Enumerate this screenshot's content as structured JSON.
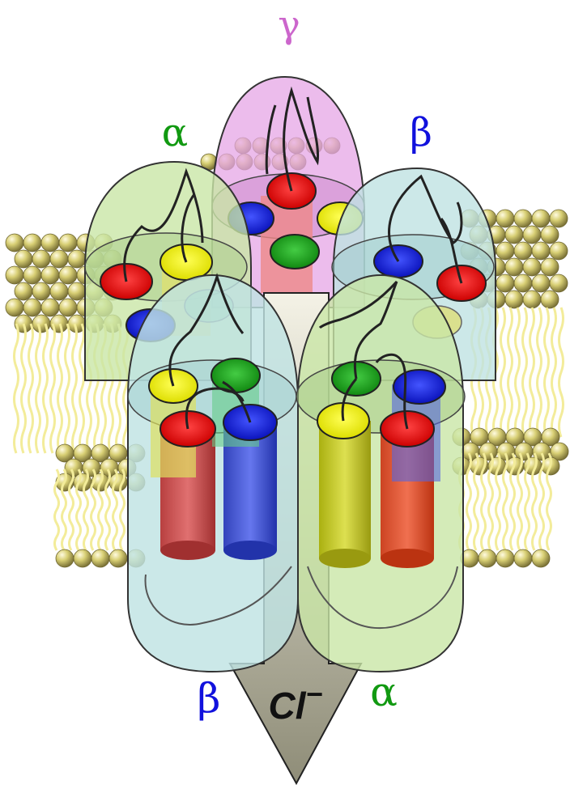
{
  "labels": {
    "gamma_top": "γ",
    "alpha_left": "α",
    "beta_right": "β",
    "beta_bottom": "β",
    "alpha_bottom": "α",
    "ion": "Cl",
    "ion_charge": "−"
  },
  "colors": {
    "gamma": "#cc66cc",
    "alpha": "#119911",
    "beta": "#1111dd",
    "helix_red": "#e01010",
    "helix_yellow": "#eeee00",
    "helix_green": "#22aa22",
    "helix_blue": "#1a22dd",
    "lipid_head": "#d8cf74",
    "lipid_tail": "#f3ec9a",
    "arrow_fill": "#b9b8a0"
  }
}
